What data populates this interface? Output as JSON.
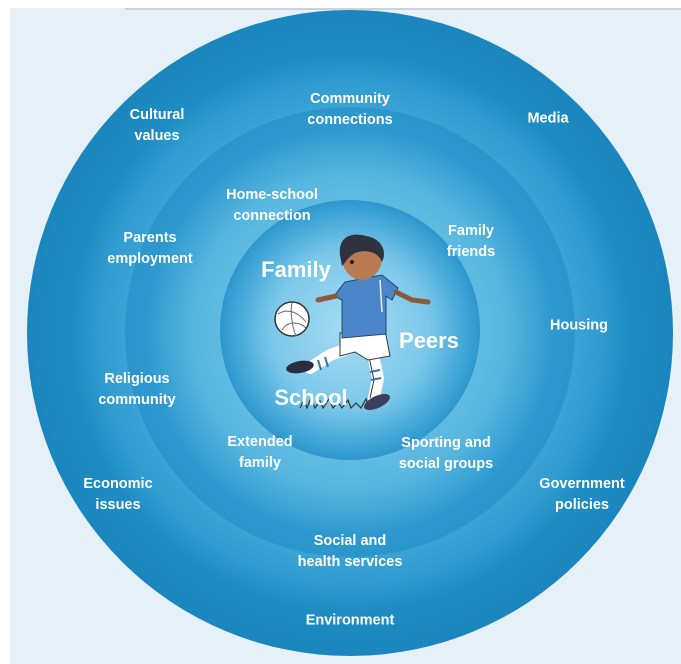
{
  "diagram": {
    "colors": {
      "panel_bg": "#e6f0f8",
      "ring_dark": "#1e8ac0",
      "ring_light": "#6cc2e4",
      "center_light": "#8fd2ef"
    },
    "center_labels": {
      "family": "Family",
      "peers": "Peers",
      "school": "School"
    },
    "middle_ring": {
      "home_school": "Home-school\nconnection",
      "family_friends": "Family\nfriends",
      "extended_family": "Extended\nfamily",
      "sporting": "Sporting and\nsocial groups"
    },
    "outer_ring": {
      "cultural_values": "Cultural\nvalues",
      "community_connections": "Community\nconnections",
      "media": "Media",
      "parents_employment": "Parents\nemployment",
      "housing": "Housing",
      "religious_community": "Religious\ncommunity",
      "economic_issues": "Economic\nissues",
      "government_policies": "Government\npolicies",
      "social_health": "Social and\nhealth services",
      "environment": "Environment"
    },
    "illustration": "child-kicking-ball-illustration"
  }
}
